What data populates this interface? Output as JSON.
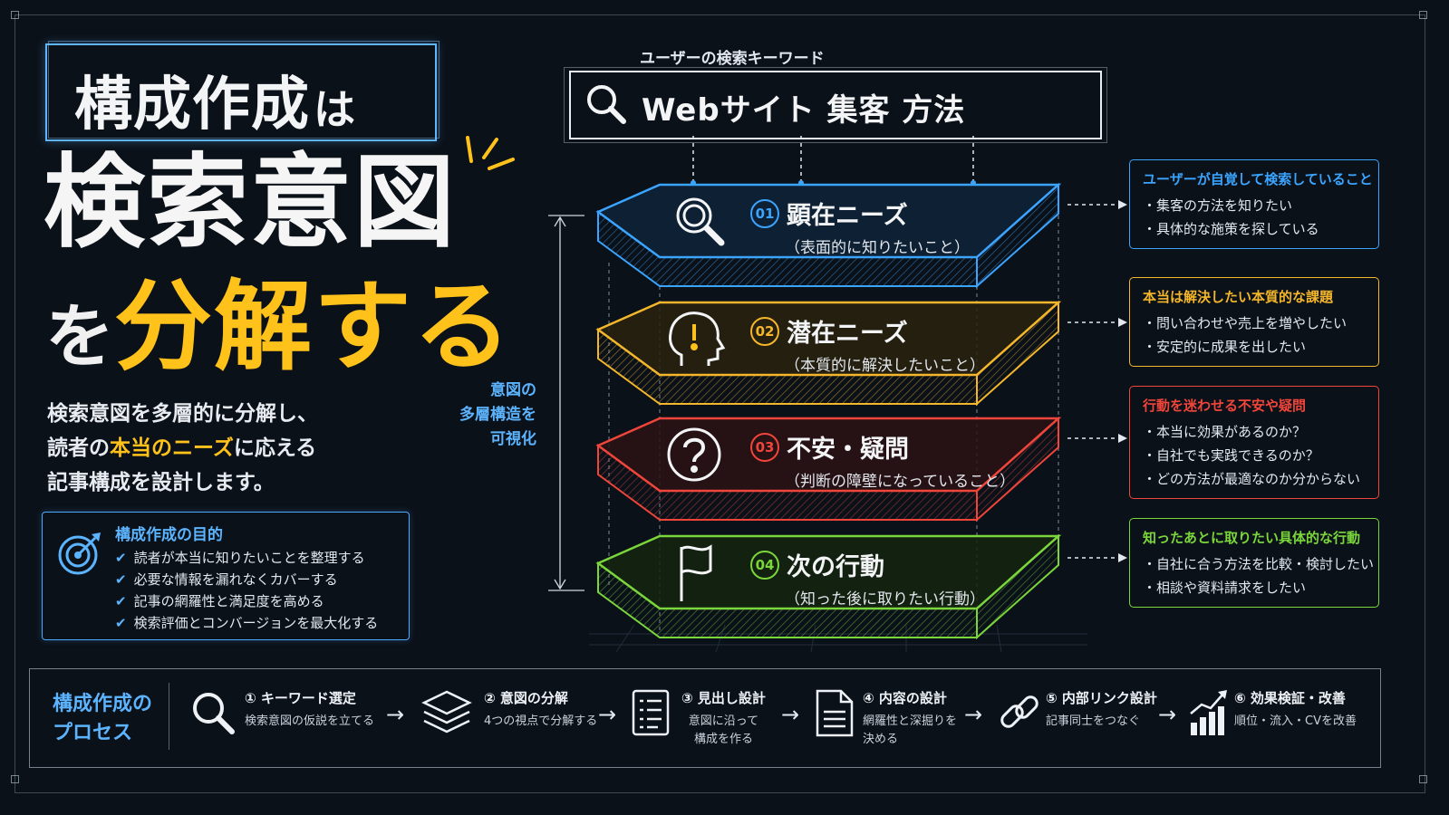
{
  "title": {
    "line1": "構成作成",
    "line1_suffix": "は",
    "line2": "検索意図",
    "line3_prefix": "を",
    "line3_highlight": "分解する"
  },
  "description": {
    "line1": "検索意図を多層的に分解し、",
    "line2_pre": "読者の",
    "line2_hl": "本当のニーズ",
    "line2_post": "に応える",
    "line3": "記事構成を設計します。"
  },
  "purpose": {
    "title": "構成作成の目的",
    "items": [
      "読者が本当に知りたいことを整理する",
      "必要な情報を漏れなくカバーする",
      "記事の網羅性と満足度を高める",
      "検索評価とコンバージョンを最大化する"
    ]
  },
  "search": {
    "label": "ユーザーの検索キーワード",
    "query": "Webサイト 集客 方法"
  },
  "axis_label": [
    "意図の",
    "多層構造を",
    "可視化"
  ],
  "layers": [
    {
      "num": "01",
      "name": "顕在ニーズ",
      "sub": "（表面的に知りたいこと）",
      "color": "#3aa4ff"
    },
    {
      "num": "02",
      "name": "潜在ニーズ",
      "sub": "（本質的に解決したいこと）",
      "color": "#f4b62a"
    },
    {
      "num": "03",
      "name": "不安・疑問",
      "sub": "（判断の障壁になっていること）",
      "color": "#f0453a"
    },
    {
      "num": "04",
      "name": "次の行動",
      "sub": "（知った後に取りたい行動）",
      "color": "#7ad63a"
    }
  ],
  "notes": [
    {
      "title": "ユーザーが自覚して検索していること",
      "items": [
        "集客の方法を知りたい",
        "具体的な施策を探している"
      ],
      "color": "#3aa4ff"
    },
    {
      "title": "本当は解決したい本質的な課題",
      "items": [
        "問い合わせや売上を増やしたい",
        "安定的に成果を出したい"
      ],
      "color": "#f4b62a"
    },
    {
      "title": "行動を迷わせる不安や疑問",
      "items": [
        "本当に効果があるのか？",
        "自社でも実践できるのか？",
        "どの方法が最適なのか分からない"
      ],
      "color": "#f0453a"
    },
    {
      "title": "知ったあとに取りたい具体的な行動",
      "items": [
        "自社に合う方法を比較・検討したい",
        "相談や資料請求をしたい"
      ],
      "color": "#7ad63a"
    }
  ],
  "process": {
    "title_line1": "構成作成の",
    "title_line2": "プロセス",
    "steps": [
      {
        "title": "① キーワード選定",
        "desc1": "検索意図の仮説を立てる",
        "desc2": "",
        "icon": "search-icon"
      },
      {
        "title": "② 意図の分解",
        "desc1": "4つの視点で分解する",
        "desc2": "",
        "icon": "layers-icon"
      },
      {
        "title": "③ 見出し設計",
        "desc1": "意図に沿って",
        "desc2": "構成を作る",
        "icon": "checklist-icon"
      },
      {
        "title": "④ 内容の設計",
        "desc1": "網羅性と深掘りを",
        "desc2": "決める",
        "icon": "document-icon"
      },
      {
        "title": "⑤ 内部リンク設計",
        "desc1": "記事同士をつなぐ",
        "desc2": "",
        "icon": "link-icon"
      },
      {
        "title": "⑥ 効果検証・改善",
        "desc1": "順位・流入・CVを改善",
        "desc2": "",
        "icon": "growth-chart-icon"
      }
    ]
  },
  "colors": {
    "accent_blue": "#5cb4ff",
    "accent_yellow": "#ffc21a",
    "background": "#0b1119"
  }
}
